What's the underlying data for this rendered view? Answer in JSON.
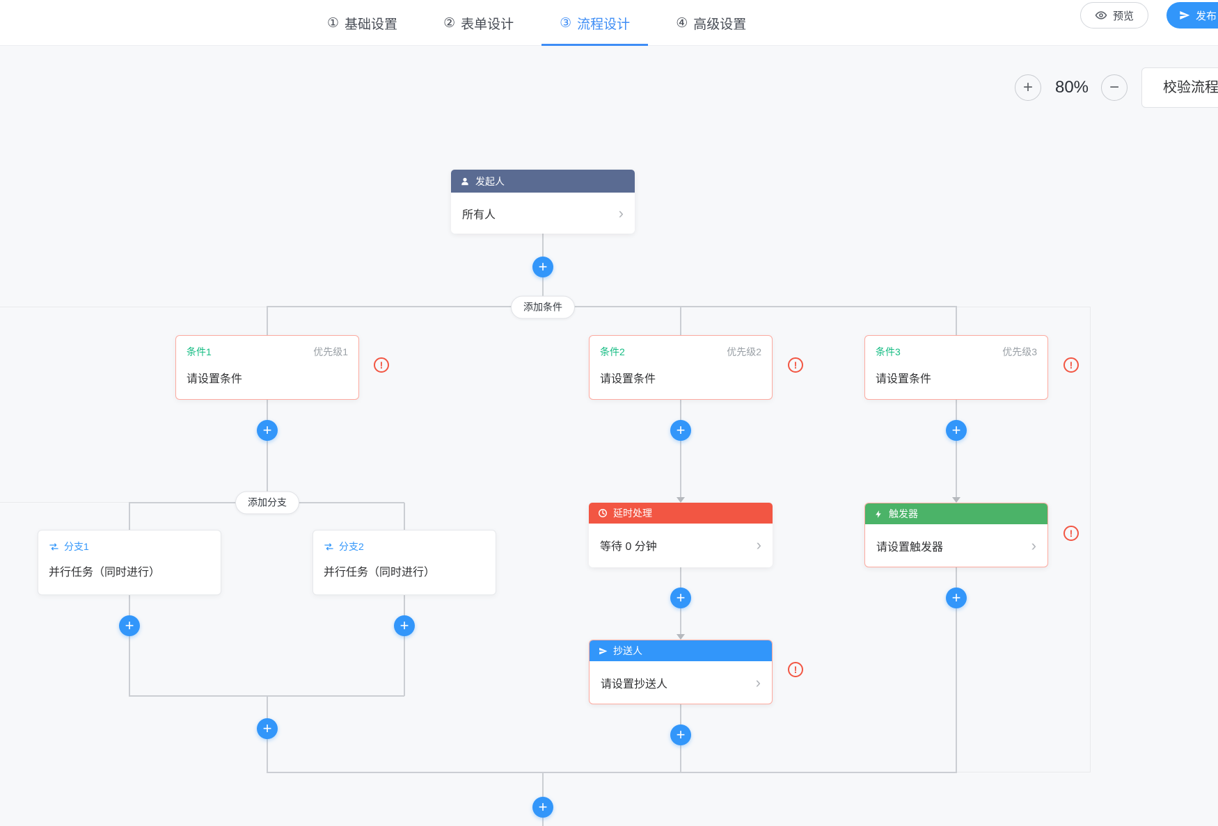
{
  "header": {
    "tabs": [
      {
        "num": "①",
        "label": "基础设置"
      },
      {
        "num": "②",
        "label": "表单设计"
      },
      {
        "num": "③",
        "label": "流程设计"
      },
      {
        "num": "④",
        "label": "高级设置"
      }
    ],
    "preview_label": "预览",
    "publish_label": "发布"
  },
  "toolbar": {
    "zoom_level": "80%",
    "validate_label": "校验流程"
  },
  "icons": {
    "plus": "+",
    "zoom_in": "+",
    "zoom_out": "−",
    "warning": "!",
    "chevron": "›"
  },
  "flow": {
    "start": {
      "title": "发起人",
      "body": "所有人"
    },
    "add_condition_label": "添加条件",
    "add_branch_label": "添加分支",
    "conditions": [
      {
        "title": "条件1",
        "priority": "优先级1",
        "body": "请设置条件"
      },
      {
        "title": "条件2",
        "priority": "优先级2",
        "body": "请设置条件"
      },
      {
        "title": "条件3",
        "priority": "优先级3",
        "body": "请设置条件"
      }
    ],
    "branches": [
      {
        "title": "分支1",
        "body": "并行任务（同时进行）"
      },
      {
        "title": "分支2",
        "body": "并行任务（同时进行）"
      }
    ],
    "delay": {
      "title": "延时处理",
      "body": "等待 0 分钟"
    },
    "cc": {
      "title": "抄送人",
      "body": "请设置抄送人"
    },
    "trigger": {
      "title": "触发器",
      "body": "请设置触发器"
    }
  },
  "colors": {
    "accent_blue": "#3296fa",
    "active_tab_blue": "#3e8df5",
    "start_header": "#5a6b92",
    "delay_header": "#f25643",
    "cc_header": "#3296fa",
    "trigger_header": "#4bb368",
    "condition_title_green": "#15bc83",
    "error_red": "#f25643",
    "canvas_bg": "#f7f8fa"
  }
}
